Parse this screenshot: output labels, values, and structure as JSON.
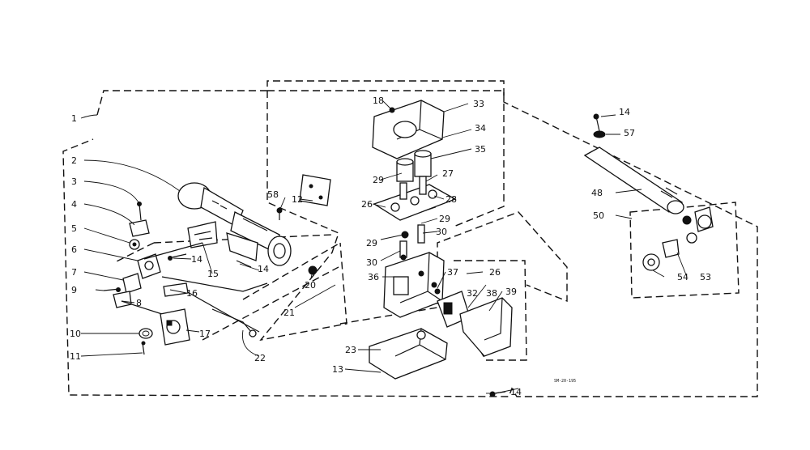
{
  "corner_text": "",
  "diagram_code": "SM-20-195",
  "labels": {
    "l1": "1",
    "l2": "2",
    "l3": "3",
    "l4": "4",
    "l5": "5",
    "l6": "6",
    "l7": "7",
    "l8": "8",
    "l9": "9",
    "l10": "10",
    "l11": "11",
    "l12": "12",
    "l13": "13",
    "l14a": "14",
    "l14b": "14",
    "l14c": "14",
    "l14d": "14",
    "l15": "15",
    "l16": "16",
    "l17": "17",
    "l18": "18",
    "l20": "20",
    "l21": "21",
    "l22": "22",
    "l23": "23",
    "l26a": "26",
    "l26b": "26",
    "l27": "27",
    "l28": "28",
    "l29a": "29",
    "l29b": "29",
    "l29c": "29",
    "l30a": "30",
    "l30b": "30",
    "l32": "32",
    "l33": "33",
    "l34": "34",
    "l35": "35",
    "l36": "36",
    "l37": "37",
    "l38": "38",
    "l39": "39",
    "l48": "48",
    "l50": "50",
    "l53": "53",
    "l54": "54",
    "l57": "57",
    "l58": "58"
  }
}
